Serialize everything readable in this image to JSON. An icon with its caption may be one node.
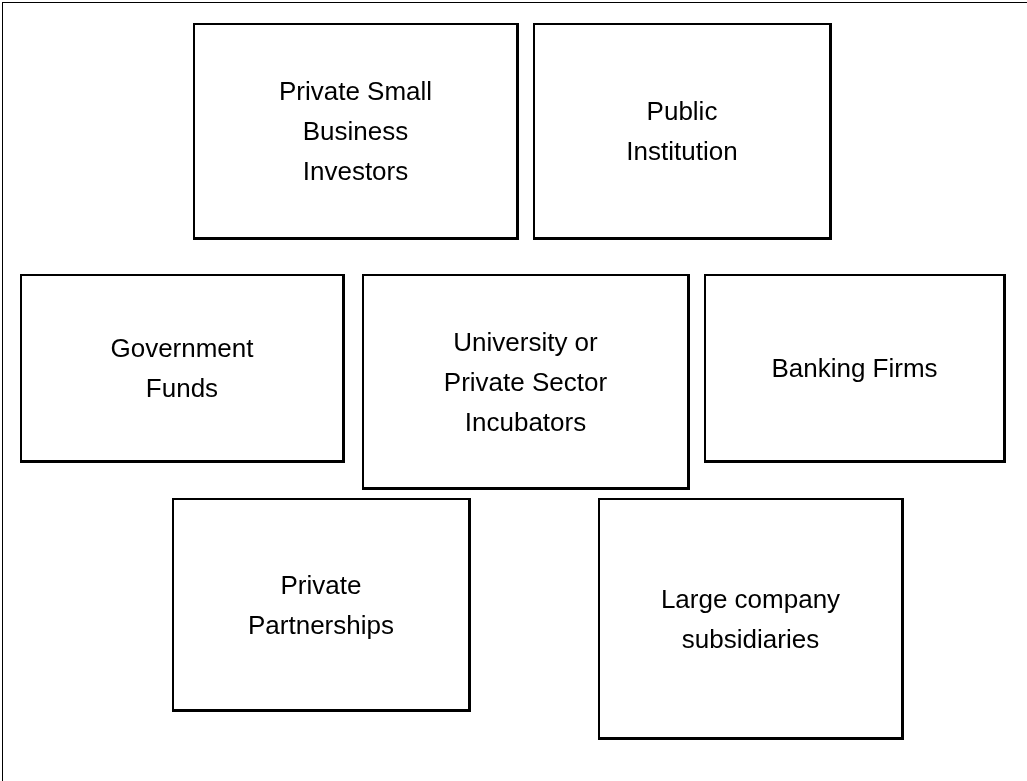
{
  "diagram": {
    "nodes": [
      {
        "text": [
          "Private Small Business Investors"
        ]
      },
      {
        "text": [
          "Public Institution"
        ]
      },
      {
        "text": [
          "Government Funds"
        ]
      },
      {
        "text": [
          "University or Private Sector Incubators"
        ]
      },
      {
        "text": [
          "Banking Firms"
        ]
      },
      {
        "text": [
          "Private Partnerships"
        ]
      },
      {
        "text": [
          "Large company subsidiaries"
        ]
      }
    ]
  }
}
